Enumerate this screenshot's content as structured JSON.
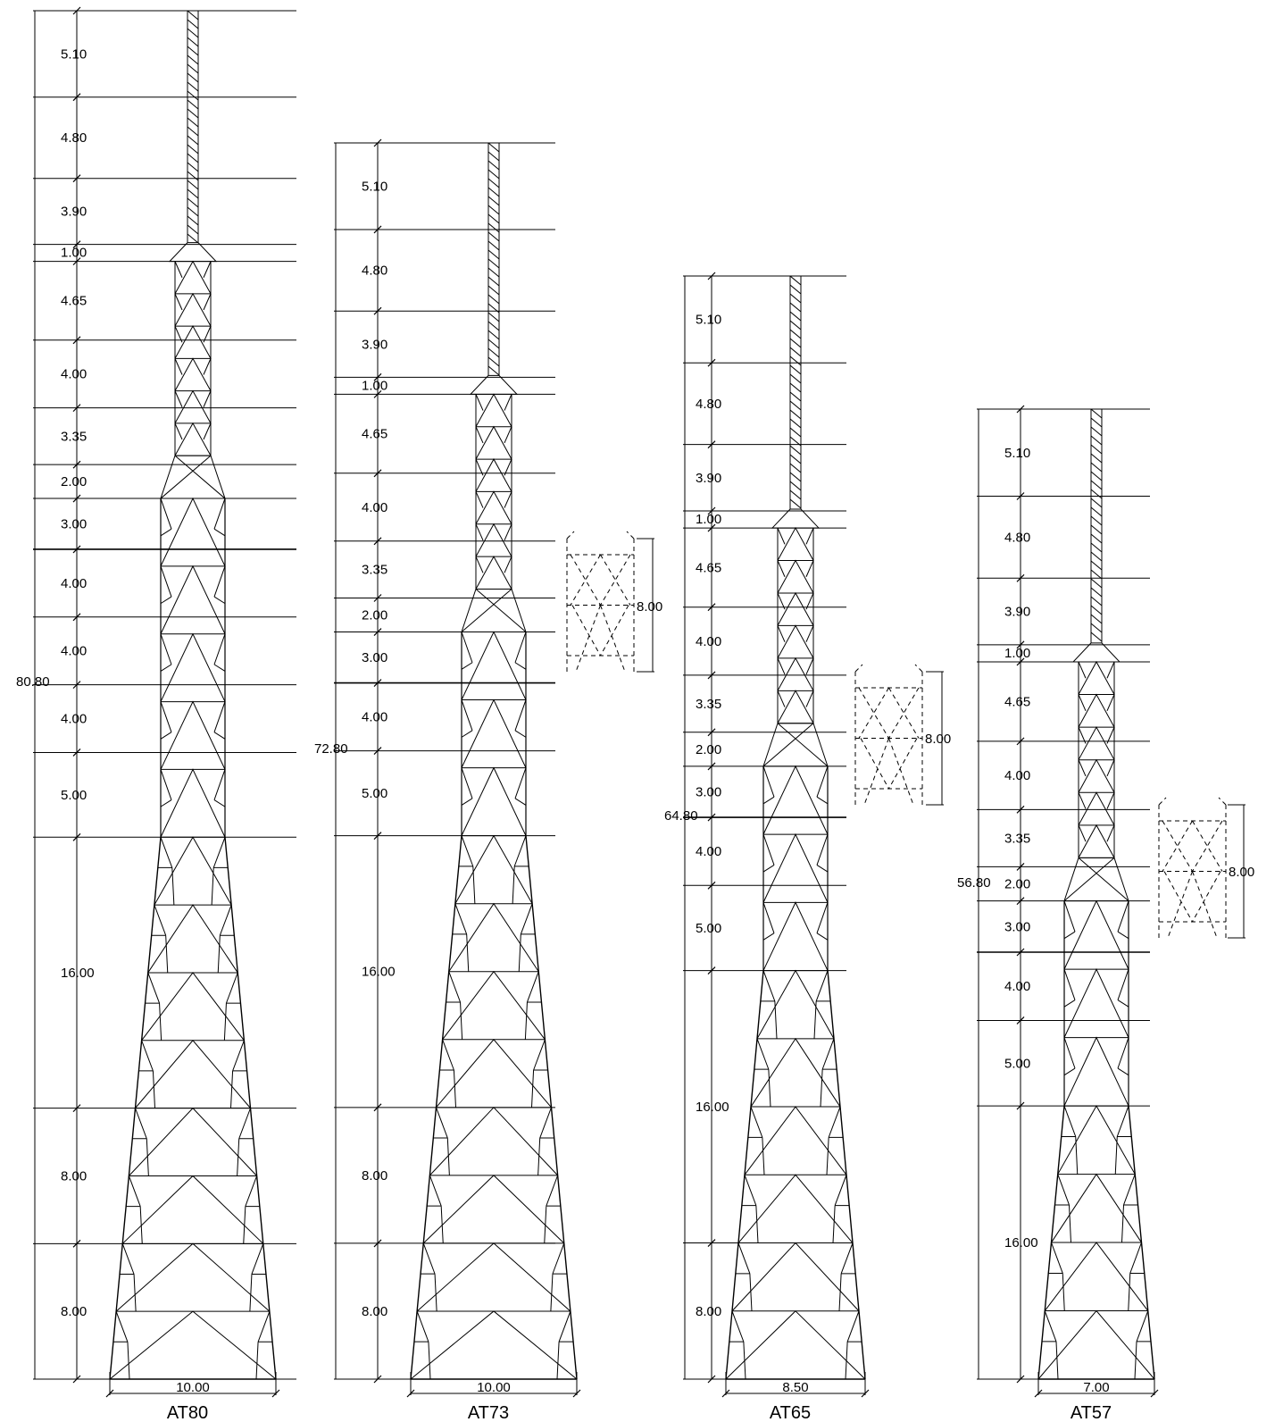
{
  "drawing": {
    "line_color": "#000000",
    "towers": [
      {
        "name": "AT80",
        "total_height": "80.80",
        "base_width": "10.00",
        "segments": [
          "5.10",
          "4.80",
          "3.90",
          "1.00",
          "4.65",
          "4.00",
          "3.35",
          "2.00",
          "3.00",
          "4.00",
          "4.00",
          "4.00",
          "5.00",
          "16.00",
          "8.00",
          "8.00"
        ],
        "extension": null
      },
      {
        "name": "AT73",
        "total_height": "72.80",
        "base_width": "10.00",
        "segments": [
          "5.10",
          "4.80",
          "3.90",
          "1.00",
          "4.65",
          "4.00",
          "3.35",
          "2.00",
          "3.00",
          "4.00",
          "5.00",
          "16.00",
          "8.00",
          "8.00"
        ],
        "extension": "8.00"
      },
      {
        "name": "AT65",
        "total_height": "64.80",
        "base_width": "8.50",
        "segments": [
          "5.10",
          "4.80",
          "3.90",
          "1.00",
          "4.65",
          "4.00",
          "3.35",
          "2.00",
          "3.00",
          "4.00",
          "5.00",
          "16.00",
          "8.00"
        ],
        "extension": "8.00"
      },
      {
        "name": "AT57",
        "total_height": "56.80",
        "base_width": "7.00",
        "segments": [
          "5.10",
          "4.80",
          "3.90",
          "1.00",
          "4.65",
          "4.00",
          "3.35",
          "2.00",
          "3.00",
          "4.00",
          "5.00",
          "16.00"
        ],
        "extension": "8.00"
      }
    ]
  }
}
